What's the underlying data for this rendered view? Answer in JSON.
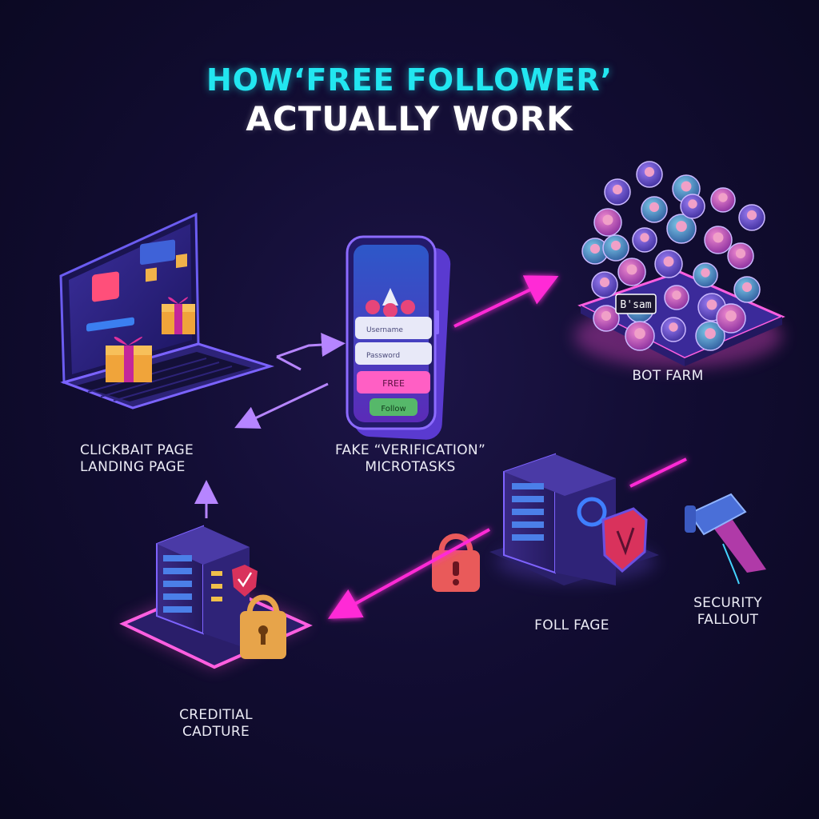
{
  "title": {
    "line1": "HOW‘FREE FOLLOWER’",
    "line2": "ACTUALLY WORK"
  },
  "nodes": {
    "clickbait": {
      "line1": "CLICKBAIT PAGE",
      "line2": "LANDING PAGE"
    },
    "fake_verification": {
      "line1": "FAKE “VERIFICATION”",
      "line2": "MICROTASKS"
    },
    "bot_farm": {
      "line1": "BOT FARM"
    },
    "foll_fage": {
      "line1": "FOLL FAGE"
    },
    "security_fallout": {
      "line1": "SECURITY",
      "line2": "FALLOUT"
    },
    "credential_capture": {
      "line1": "CREDITIAL",
      "line2": "CADTURE"
    }
  },
  "screens": {
    "phone_field1": "Username",
    "phone_field2": "Password",
    "phone_button1": "FREE",
    "phone_button2": "Follow",
    "bot_tag": "B'sam"
  },
  "colors": {
    "background": "#0c0a24",
    "title_accent": "#22e6f0",
    "arrow_magenta": "#ff2bd6",
    "arrow_violet": "#b685ff",
    "platform_purple": "#4b2f9a",
    "neon_pink": "#ff4fd8"
  }
}
